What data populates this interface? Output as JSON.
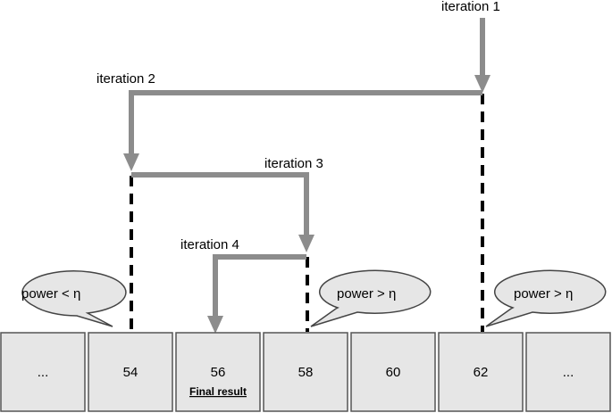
{
  "iterations": [
    {
      "label": "iteration 1"
    },
    {
      "label": "iteration 2"
    },
    {
      "label": "iteration 3"
    },
    {
      "label": "iteration 4"
    }
  ],
  "cells": [
    {
      "value": "...",
      "sub": ""
    },
    {
      "value": "54",
      "sub": ""
    },
    {
      "value": "56",
      "sub": "Final result"
    },
    {
      "value": "58",
      "sub": ""
    },
    {
      "value": "60",
      "sub": ""
    },
    {
      "value": "62",
      "sub": ""
    },
    {
      "value": "...",
      "sub": ""
    }
  ],
  "bubbles": [
    {
      "text": "power < η"
    },
    {
      "text": "power > η"
    },
    {
      "text": "power > η"
    }
  ],
  "colors": {
    "arrow": "#8c8c8c",
    "cell_fill": "#e6e6e6",
    "cell_stroke": "#555555",
    "bubble_fill": "#e6e6e6",
    "dashed": "#000000"
  }
}
